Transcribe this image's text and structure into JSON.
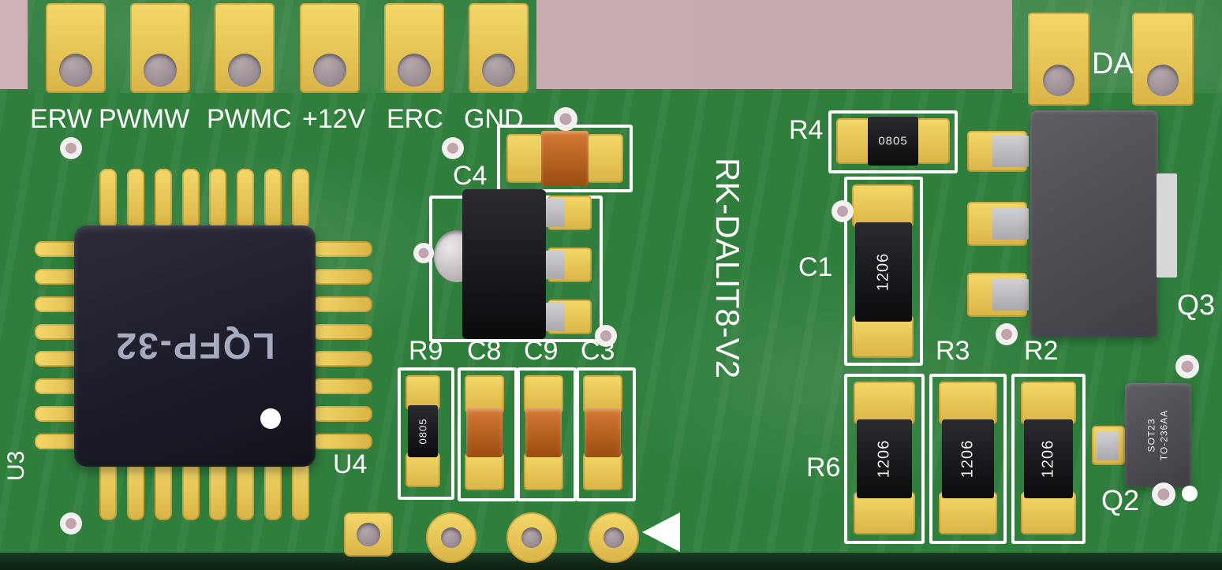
{
  "title": "RK-DALIT8-V2",
  "connector_left": {
    "labels": [
      "ERW",
      "PWMW",
      "PWMC",
      "+12V",
      "ERC",
      "GND"
    ]
  },
  "connector_right": {
    "label": "DA"
  },
  "chip": {
    "package": "LQFP-32"
  },
  "refs": {
    "u3": "U3",
    "u4": "U4",
    "c4": "C4",
    "r9": "R9",
    "c8": "C8",
    "c9": "C9",
    "c3": "C3",
    "r4": "R4",
    "c1": "C1",
    "q3": "Q3",
    "r3": "R3",
    "r2": "R2",
    "r6": "R6",
    "q2": "Q2"
  },
  "packages": {
    "small": "0805",
    "large": "1206",
    "sot": "SOT23",
    "sot_sub": "TO-236AA"
  },
  "colors": {
    "pcb_green": "#2f7e3c",
    "background_mauve": "#c7abaf",
    "pad_gold": "#e9c657",
    "silkscreen": "#ffffff",
    "ceramic_orange": "#b85c1e",
    "component_black": "#141418",
    "metal_gray": "#55555b"
  }
}
